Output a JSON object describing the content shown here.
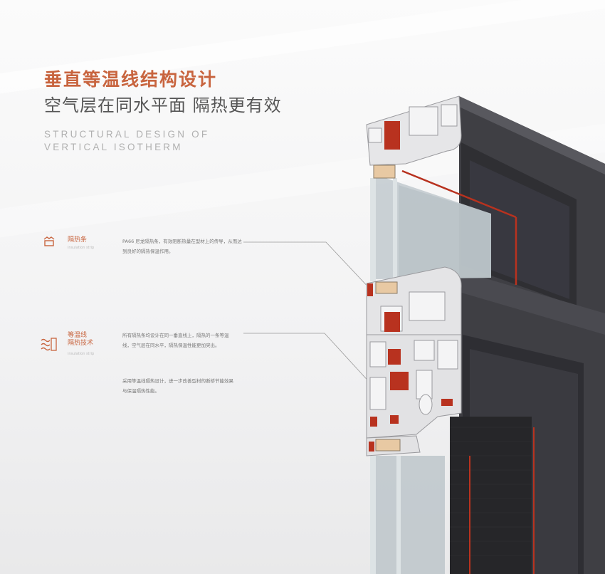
{
  "heading": {
    "title_cn": "垂直等温线结构设计",
    "subtitle_cn": "空气层在同水平面 隔热更有效",
    "title_en_line1": "STRUCTURAL DESIGN OF",
    "title_en_line2": "VERTICAL ISOTHERM"
  },
  "features": [
    {
      "icon": "insulation-strip-icon",
      "title": "隔热条",
      "subtitle": "insulation strip",
      "desc": "PA66 尼龙隔热条，有效阻断热量在型材上的传导，从而达到良好的隔热保温作用。"
    },
    {
      "icon": "isotherm-icon",
      "title_line1": "等温线",
      "title_line2": "隔热技术",
      "subtitle": "insulation strip",
      "desc1": "所有隔热条均设计在同一垂直线上，隔热的一条等温线，空气层在同水平，隔热保温性能更加突出。",
      "desc2": "采用等温线隔热设计，进一步改善型材的断桥节能效果与保温隔热性能。"
    }
  ],
  "colors": {
    "accent": "#c8643e",
    "profile_dark": "#3f3f44",
    "profile_light": "#e6e6e8",
    "thermal_break": "#b8321f",
    "glass": "#c9d0d3"
  }
}
